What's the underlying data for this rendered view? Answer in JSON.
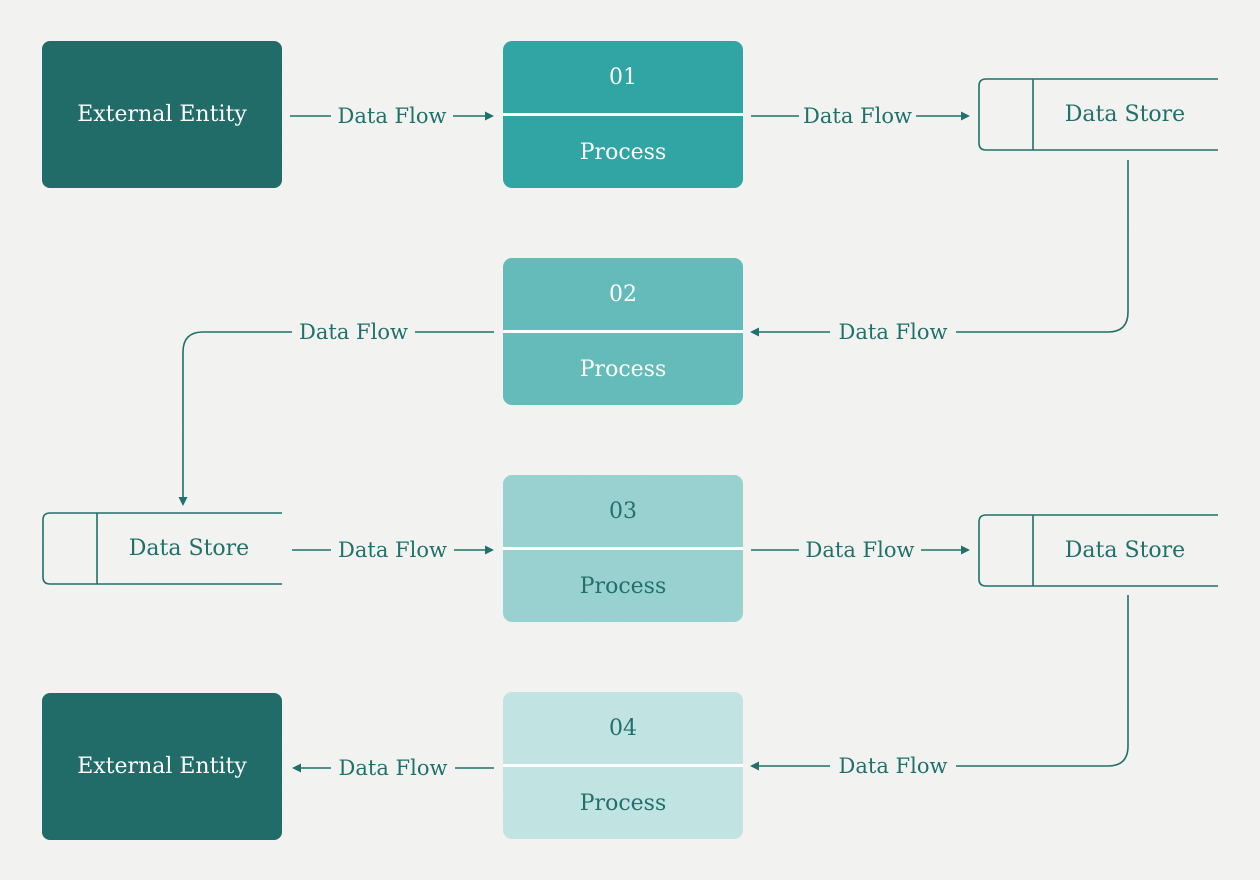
{
  "colors": {
    "line": "#20706b",
    "entity": "#216c69",
    "process_1": "#31a5a3",
    "process_2": "#65bbb9",
    "process_3": "#99d1d0",
    "process_4": "#c1e3e2",
    "text_light": "#ffffff",
    "text_dark": "#20706b"
  },
  "entities": [
    {
      "label": "External Entity"
    },
    {
      "label": "External Entity"
    }
  ],
  "processes": [
    {
      "number": "01",
      "label": "Process"
    },
    {
      "number": "02",
      "label": "Process"
    },
    {
      "number": "03",
      "label": "Process"
    },
    {
      "number": "04",
      "label": "Process"
    }
  ],
  "stores": [
    {
      "label": "Data Store"
    },
    {
      "label": "Data Store"
    },
    {
      "label": "Data Store"
    }
  ],
  "flows": [
    {
      "label": "Data Flow"
    },
    {
      "label": "Data Flow"
    },
    {
      "label": "Data Flow"
    },
    {
      "label": "Data Flow"
    },
    {
      "label": "Data Flow"
    },
    {
      "label": "Data Flow"
    },
    {
      "label": "Data Flow"
    },
    {
      "label": "Data Flow"
    }
  ]
}
